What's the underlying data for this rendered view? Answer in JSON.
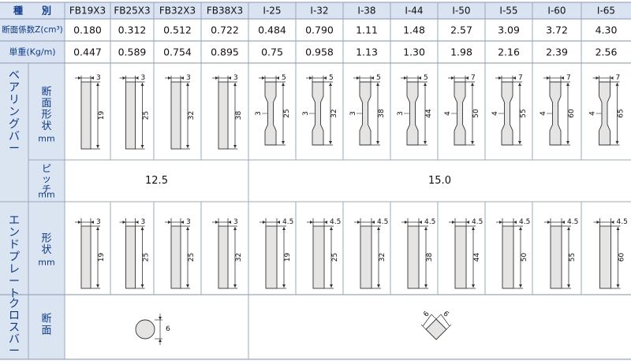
{
  "header": {
    "kind_label": "種　　別",
    "modulus_label": "断面係数Z(cm³)",
    "weight_label": "単重(Kg/m)"
  },
  "columns": [
    {
      "name": "FB19X3",
      "modulus": "0.180",
      "weight": "0.447",
      "bar": {
        "shape": "flat",
        "thickness": "3",
        "height": "19"
      },
      "plate": {
        "width": "3",
        "height": "19"
      }
    },
    {
      "name": "FB25X3",
      "modulus": "0.312",
      "weight": "0.589",
      "bar": {
        "shape": "flat",
        "thickness": "3",
        "height": "25"
      },
      "plate": {
        "width": "3",
        "height": "25"
      }
    },
    {
      "name": "FB32X3",
      "modulus": "0.512",
      "weight": "0.754",
      "bar": {
        "shape": "flat",
        "thickness": "3",
        "height": "32"
      },
      "plate": {
        "width": "3",
        "height": "25"
      }
    },
    {
      "name": "FB38X3",
      "modulus": "0.722",
      "weight": "0.895",
      "bar": {
        "shape": "flat",
        "thickness": "3",
        "height": "38"
      },
      "plate": {
        "width": "3",
        "height": "32"
      }
    },
    {
      "name": "I-25",
      "modulus": "0.484",
      "weight": "0.75",
      "bar": {
        "shape": "i",
        "flange": "5",
        "web": "3",
        "height": "25"
      },
      "plate": {
        "width": "4.5",
        "height": "19"
      }
    },
    {
      "name": "I-32",
      "modulus": "0.790",
      "weight": "0.958",
      "bar": {
        "shape": "i",
        "flange": "5",
        "web": "3",
        "height": "32"
      },
      "plate": {
        "width": "4.5",
        "height": "25"
      }
    },
    {
      "name": "I-38",
      "modulus": "1.11",
      "weight": "1.13",
      "bar": {
        "shape": "i",
        "flange": "5",
        "web": "3",
        "height": "38"
      },
      "plate": {
        "width": "4.5",
        "height": "32"
      }
    },
    {
      "name": "I-44",
      "modulus": "1.48",
      "weight": "1.30",
      "bar": {
        "shape": "i",
        "flange": "5",
        "web": "3",
        "height": "44"
      },
      "plate": {
        "width": "4.5",
        "height": "38"
      }
    },
    {
      "name": "I-50",
      "modulus": "2.57",
      "weight": "1.98",
      "bar": {
        "shape": "i",
        "flange": "7",
        "web": "4",
        "height": "50"
      },
      "plate": {
        "width": "4.5",
        "height": "44"
      }
    },
    {
      "name": "I-55",
      "modulus": "3.09",
      "weight": "2.16",
      "bar": {
        "shape": "i",
        "flange": "7",
        "web": "4",
        "height": "55"
      },
      "plate": {
        "width": "4.5",
        "height": "50"
      }
    },
    {
      "name": "I-60",
      "modulus": "3.72",
      "weight": "2.39",
      "bar": {
        "shape": "i",
        "flange": "7",
        "web": "4",
        "height": "60"
      },
      "plate": {
        "width": "4.5",
        "height": "55"
      }
    },
    {
      "name": "I-65",
      "modulus": "4.30",
      "weight": "2.56",
      "bar": {
        "shape": "i",
        "flange": "7",
        "web": "4",
        "height": "65"
      },
      "plate": {
        "width": "4.5",
        "height": "60"
      }
    }
  ],
  "sections": {
    "bearing_bar": "ベアリングバー",
    "end_plate": "エンドプレート",
    "cross_bar": "クロスバー"
  },
  "subheads": {
    "shape": "断面形状mm",
    "pitch": "ピッチmm",
    "plate_shape": "形状mm",
    "section": "断面"
  },
  "pitch": {
    "fb": "12.5",
    "i": "15.0"
  },
  "cross": {
    "round_dim": "6",
    "square_w": "6",
    "square_h": "6"
  },
  "colors": {
    "header_bg": "#d9e3f1",
    "section_bg": "#dbe5f2",
    "bar_fill": "#e6e3e3",
    "line": "#333333",
    "grid": "#9aa9bf",
    "text_blue": "#0b3a8c"
  }
}
